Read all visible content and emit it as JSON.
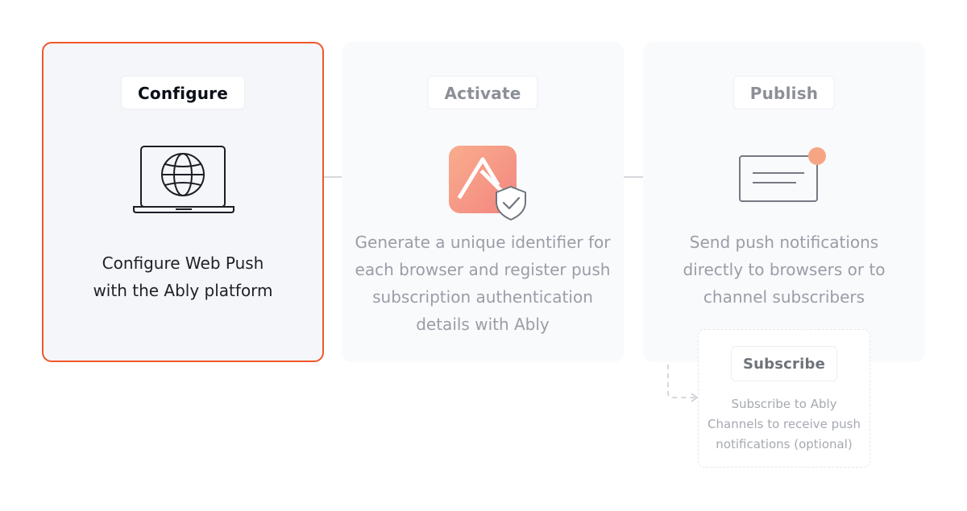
{
  "steps": [
    {
      "label": "Configure",
      "icon": "laptop-globe-icon",
      "description": [
        "Configure Web Push",
        "with the Ably platform"
      ],
      "active": true
    },
    {
      "label": "Activate",
      "icon": "ably-shield-icon",
      "description": [
        "Generate a unique identifier for",
        "each browser and register push",
        "subscription authentication",
        "details with Ably"
      ],
      "active": false
    },
    {
      "label": "Publish",
      "icon": "notification-card-icon",
      "description": [
        "Send push notifications",
        "directly to browsers or to",
        "channel subscribers"
      ],
      "active": false
    }
  ],
  "optional_step": {
    "label": "Subscribe",
    "description": [
      "Subscribe to Ably",
      "Channels to receive push",
      "notifications (optional)"
    ]
  },
  "colors": {
    "accent": "#f0562c",
    "ably_gradient_start": "#f9a989",
    "ably_gradient_end": "#f48b80",
    "notification_dot": "#f6a584"
  }
}
